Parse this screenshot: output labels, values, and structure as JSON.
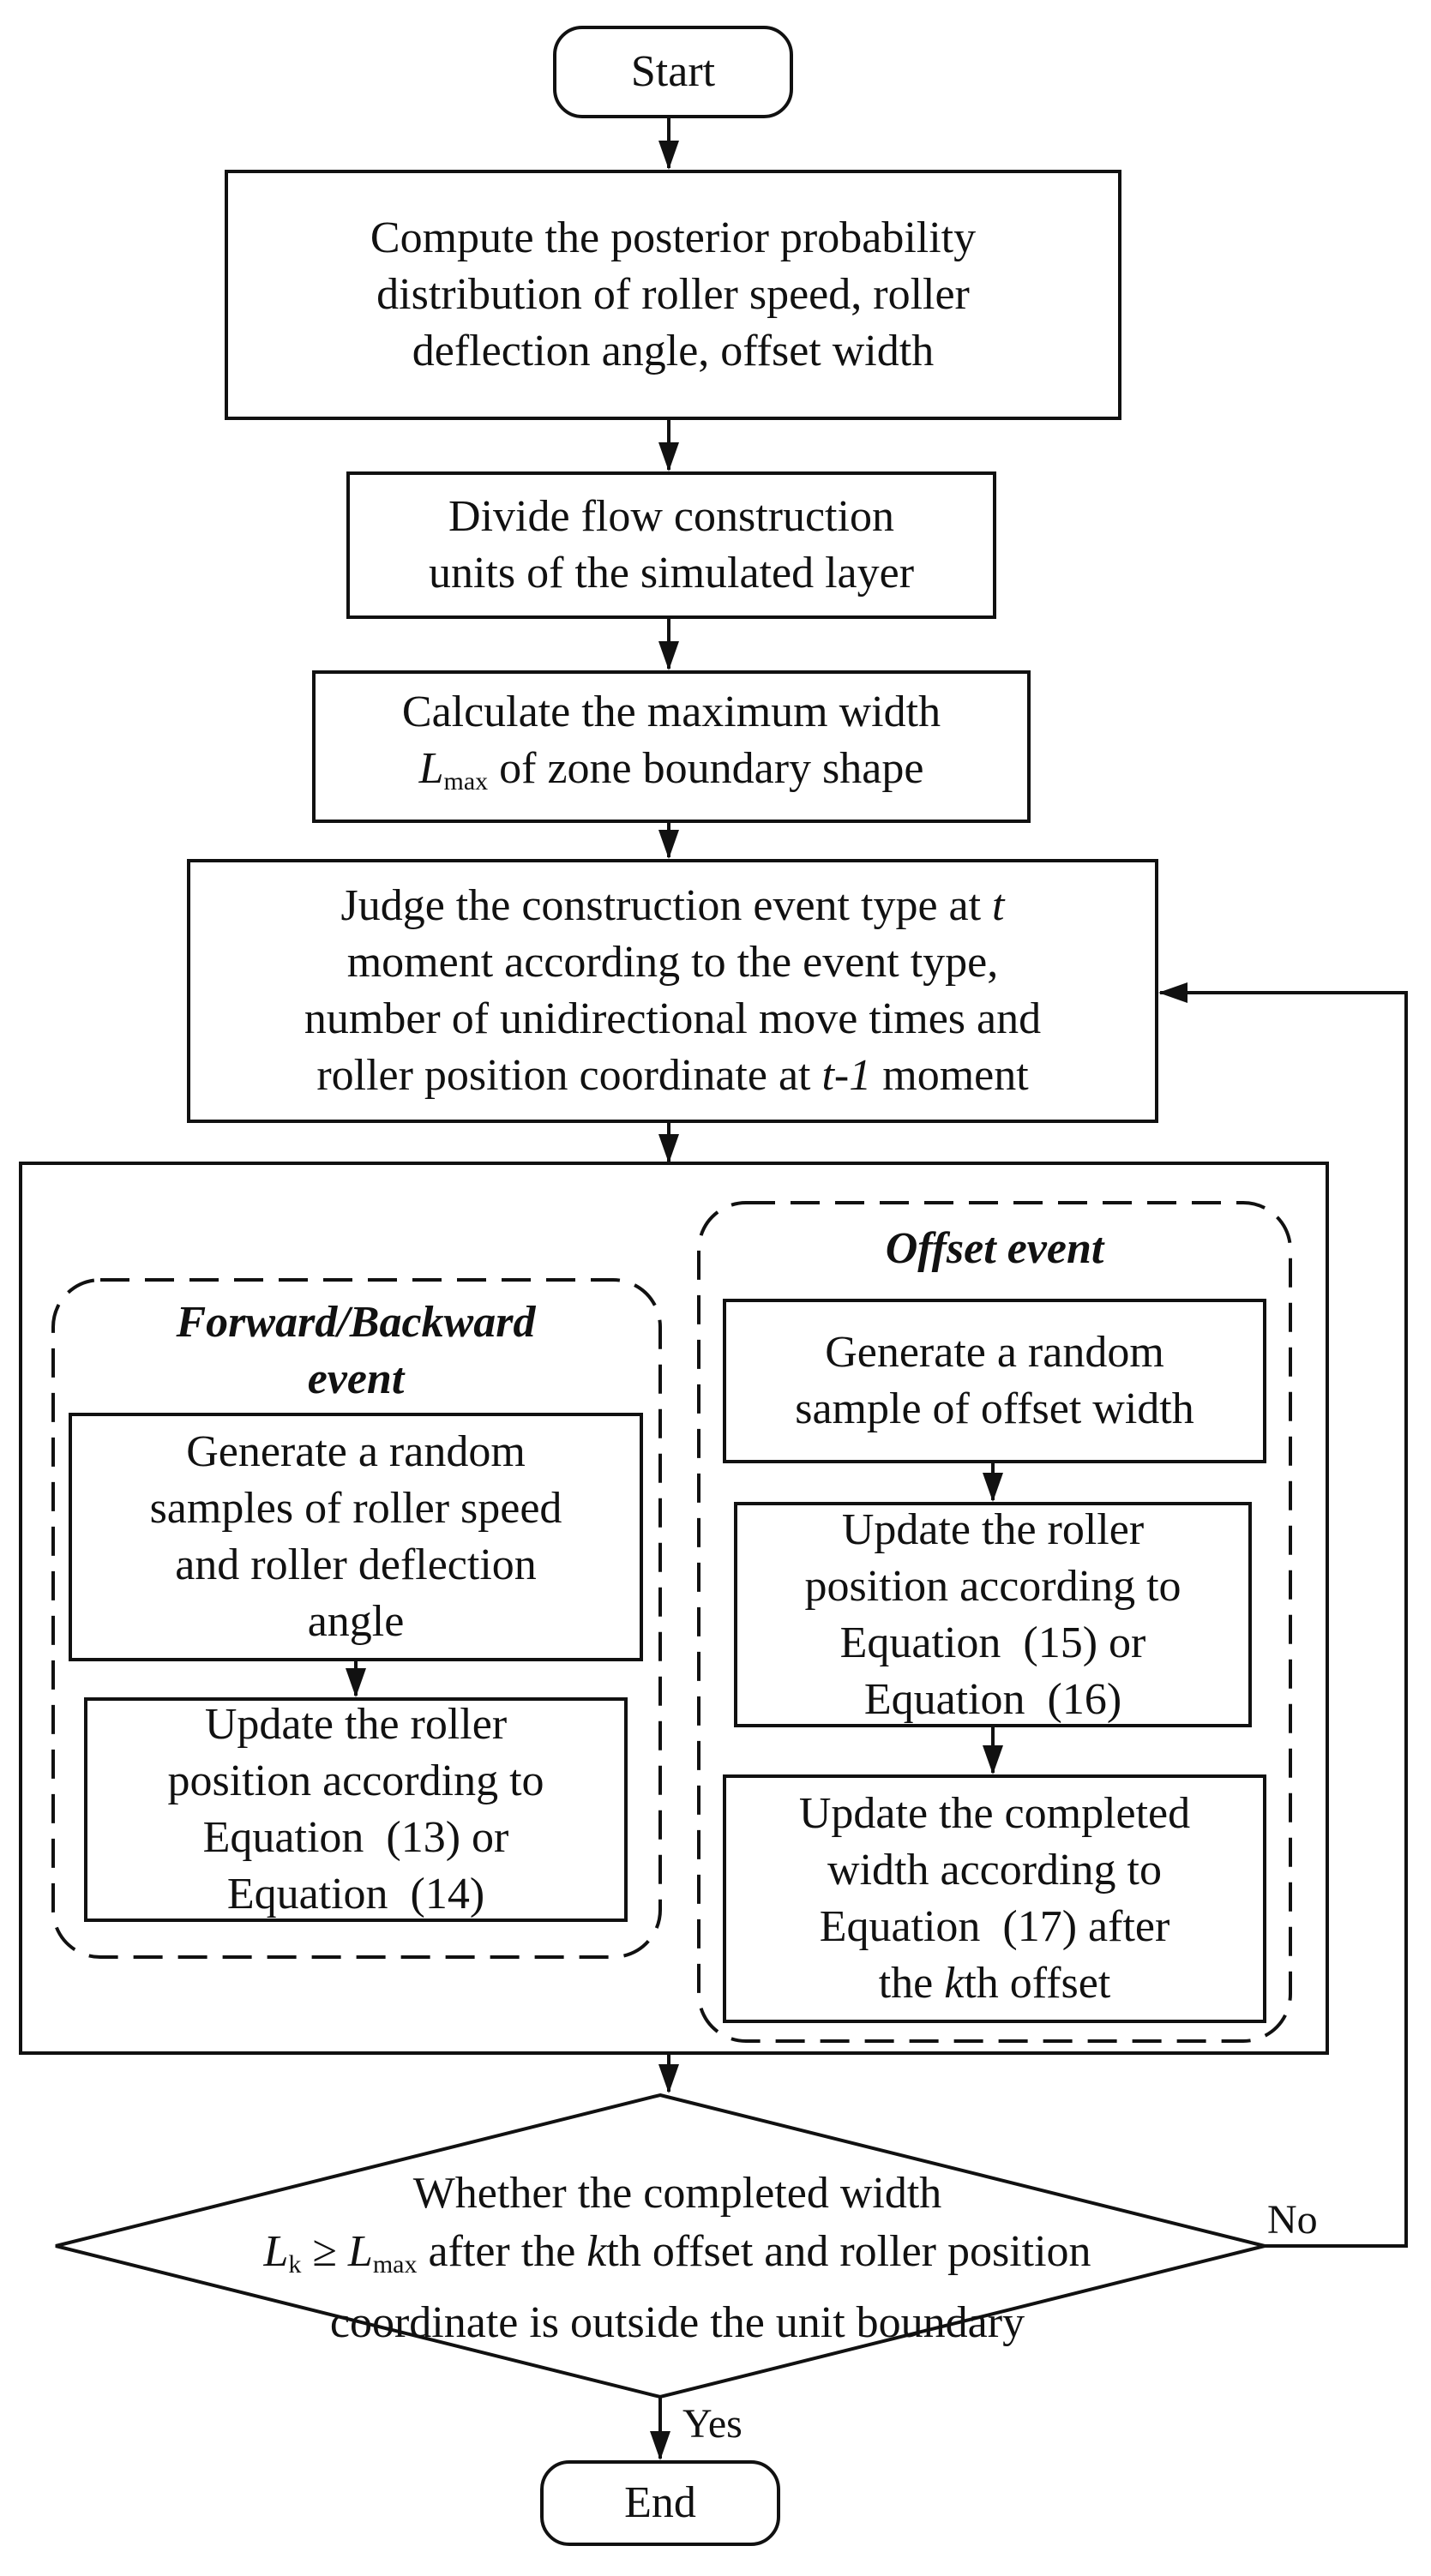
{
  "nodes": {
    "start": "Start",
    "step1": [
      "Compute the posterior probability",
      "distribution of roller speed, roller",
      "deflection angle, offset width"
    ],
    "step2": [
      "Divide flow construction",
      "units of the simulated layer"
    ],
    "step3": {
      "line1": "Calculate the maximum width",
      "var": "L",
      "sub": "max",
      "line2_rest": " of zone boundary shape"
    },
    "step4": {
      "line1_pre": "Judge the construction event type at ",
      "line1_var": "t",
      "line2": "moment according to the event type,",
      "line3": "number of unidirectional move times and",
      "line4_pre": "roller position coordinate at ",
      "line4_var": "t-1",
      "line4_post": " moment"
    },
    "forward_group": {
      "title_line1": "Forward/Backward",
      "title_line2": "event",
      "box1": [
        "Generate a random",
        "samples of roller speed",
        "and roller deflection",
        "angle"
      ],
      "box2": [
        "Update the roller",
        "position according to",
        "Equation  (13) or",
        "Equation  (14)"
      ]
    },
    "offset_group": {
      "title": "Offset event",
      "box1": [
        "Generate a random",
        "sample of offset width"
      ],
      "box2": [
        "Update the roller",
        "position according to",
        "Equation  (15) or",
        "Equation  (16)"
      ],
      "box3": {
        "line1": "Update the completed",
        "line2": "width according to",
        "line3": "Equation  (17) after",
        "line4_pre": "the ",
        "line4_var": "k",
        "line4_post": "th offset"
      }
    },
    "decision": {
      "line1": "Whether the completed width",
      "var1": "L",
      "sub1": "k",
      "op": " ≥ ",
      "var2": "L",
      "sub2": "max",
      "line2_mid": " after the ",
      "line2_var": "k",
      "line2_post": "th offset and roller position",
      "line3": "coordinate is outside the unit boundary"
    },
    "end": "End"
  },
  "labels": {
    "no": "No",
    "yes": "Yes"
  },
  "colors": {
    "stroke": "#111111",
    "background": "#ffffff"
  }
}
